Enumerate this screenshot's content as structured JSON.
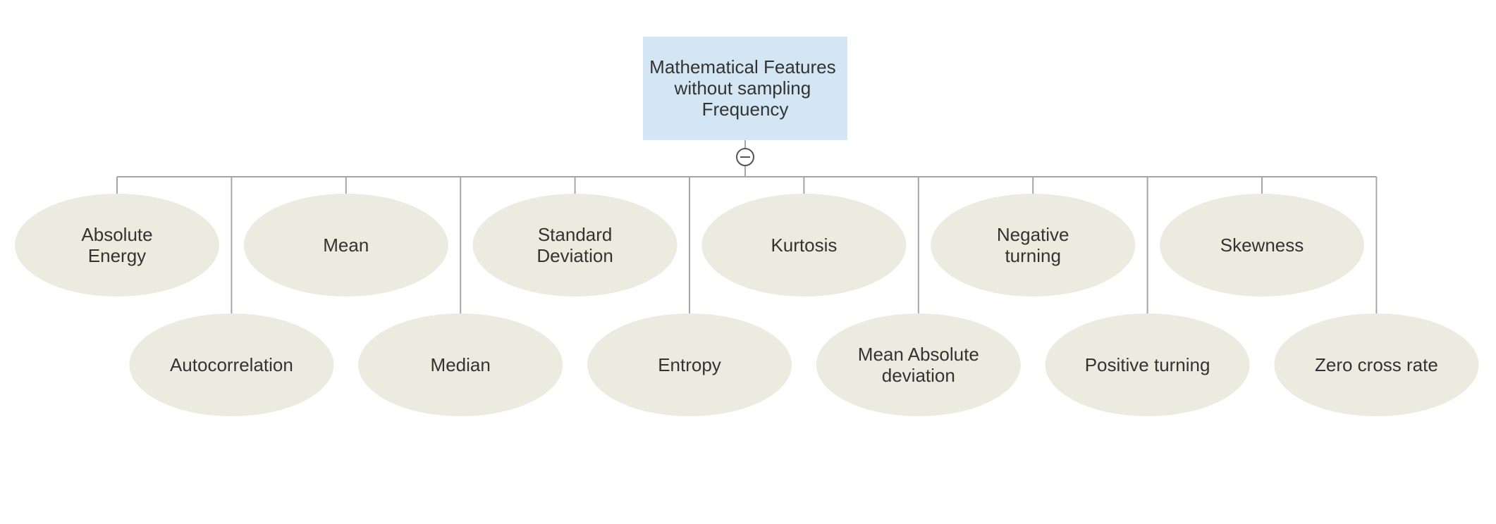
{
  "root": {
    "lines": [
      "Mathematical Features",
      "without sampling",
      "Frequency"
    ]
  },
  "collapse_symbol": "−",
  "nodes": [
    {
      "lines": [
        "Absolute",
        "Energy"
      ]
    },
    {
      "lines": [
        "Autocorrelation"
      ]
    },
    {
      "lines": [
        "Mean"
      ]
    },
    {
      "lines": [
        "Median"
      ]
    },
    {
      "lines": [
        "Standard",
        "Deviation"
      ]
    },
    {
      "lines": [
        "Entropy"
      ]
    },
    {
      "lines": [
        "Kurtosis"
      ]
    },
    {
      "lines": [
        "Mean Absolute",
        "deviation"
      ]
    },
    {
      "lines": [
        "Negative",
        "turning"
      ]
    },
    {
      "lines": [
        "Positive turning"
      ]
    },
    {
      "lines": [
        "Skewness"
      ]
    },
    {
      "lines": [
        "Zero cross rate"
      ]
    }
  ],
  "colors": {
    "root_fill": "#d4e6f4",
    "node_fill": "#ebebe0",
    "connector": "#a6a6a6",
    "text": "#333333"
  }
}
